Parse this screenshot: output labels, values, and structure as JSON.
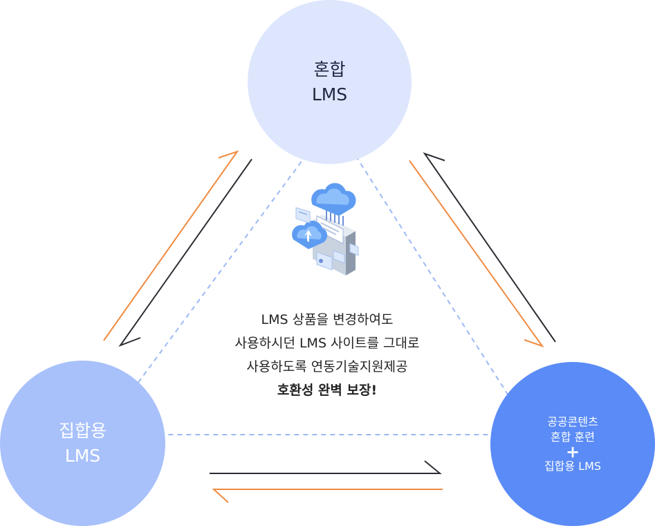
{
  "nodes": {
    "top": {
      "line1": "혼합",
      "line2": "LMS"
    },
    "left": {
      "line1": "집합용",
      "line2": "LMS"
    },
    "right": {
      "line1": "공공콘텐츠",
      "line2": "혼합 훈련",
      "plus": "+",
      "line3": "집합용 LMS"
    }
  },
  "center": {
    "line1": "LMS 상품을 변경하여도",
    "line2": "사용하시던 LMS 사이트를 그대로",
    "line3": "사용하도록 연동기술지원제공",
    "emphasis": "호환성 완벽 보장!"
  },
  "icons": {
    "center": "cloud-server-icon"
  },
  "colors": {
    "top_circle": "#dde6fd",
    "left_circle": "#a8c1fb",
    "right_circle": "#5a8bf6",
    "arrow_orange": "#ef8a3f",
    "arrow_dark": "#2a2d33",
    "dashed": "#9bb8f7"
  }
}
